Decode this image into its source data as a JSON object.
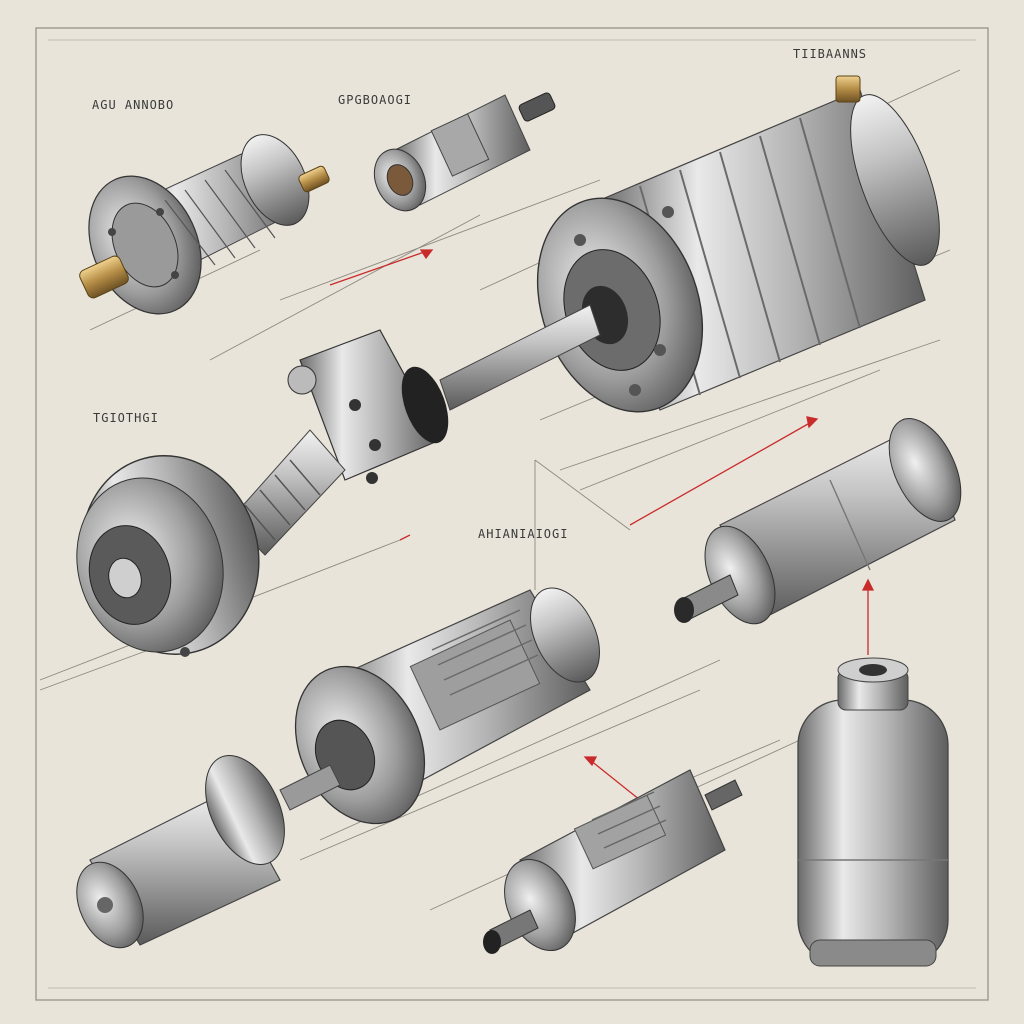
{
  "labels": {
    "top_left": "AGU ANNOBO",
    "top_center": "GPGBOAOGI",
    "top_right": "TIIBAANNS",
    "mid_left": "TGIOTHGI",
    "center": "AHIANIAIOGI"
  },
  "colors": {
    "paper": "#e9e4da",
    "border": "#9c9890",
    "leader": "#c92b2b",
    "metal": "#b6b6b6",
    "brass": "#b48c46"
  }
}
